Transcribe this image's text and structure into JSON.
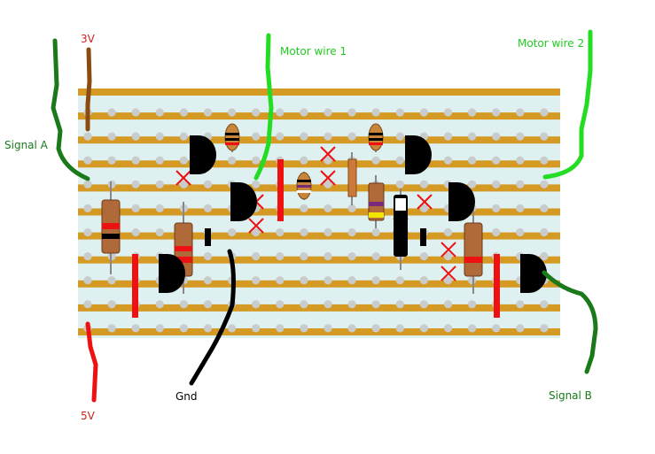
{
  "labels": {
    "v3": "3V",
    "signal_a": "Signal A",
    "motor_wire_1": "Motor wire 1",
    "motor_wire_2": "Motor wire 2",
    "gnd": "Gnd",
    "v5": "5V",
    "signal_b": "Signal B"
  },
  "colors": {
    "board": "#dff0f0",
    "strip": "#d49a24",
    "hole": "#c8cccc",
    "wire_dark_green": "#1a7a1a",
    "wire_light_green": "#22dd22",
    "wire_brown": "#8b4a10",
    "wire_red": "#ee1111",
    "wire_black": "#000000",
    "cut_mark": "#ee1111",
    "transistor": "#000000",
    "label_red": "#cc2222",
    "label_green": "#22cc22",
    "label_dark_green": "#1a7a1a"
  }
}
